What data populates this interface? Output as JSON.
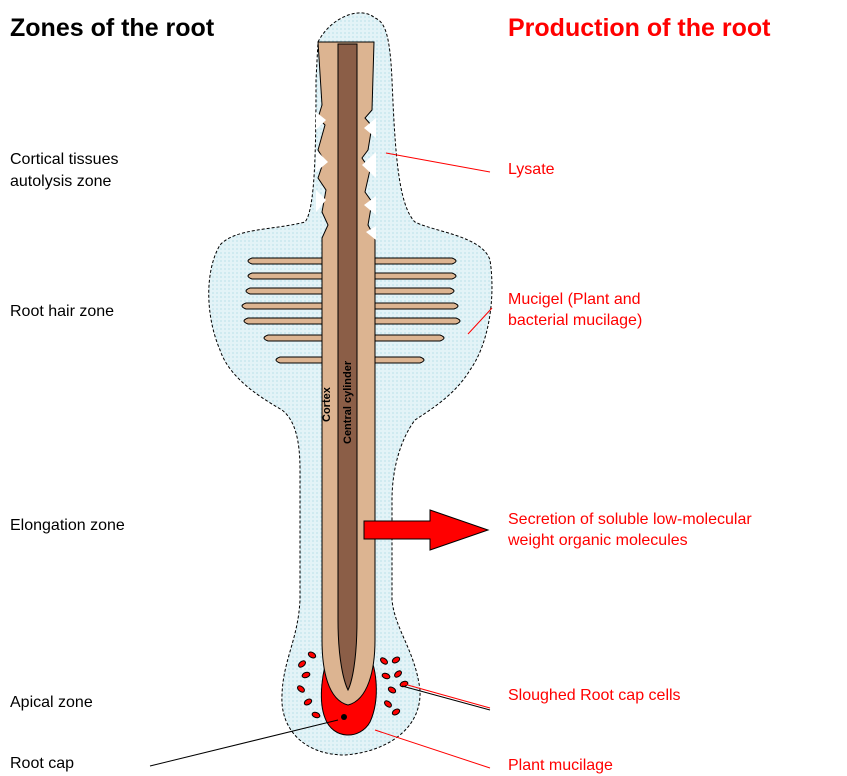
{
  "titles": {
    "left": "Zones of the root",
    "right": "Production of the root"
  },
  "zones": {
    "cortical_line1": "Cortical tissues",
    "cortical_line2": "autolysis zone",
    "root_hair": "Root hair zone",
    "elongation": "Elongation zone",
    "apical": "Apical zone",
    "root_cap": "Root cap"
  },
  "productions": {
    "lysate": "Lysate",
    "mucigel_line1": "Mucigel (Plant and",
    "mucigel_line2": "bacterial mucilage)",
    "secretion_line1": "Secretion of soluble low-molecular",
    "secretion_line2": "weight organic molecules",
    "sloughed": "Sloughed Root cap cells",
    "plant_mucilage": "Plant mucilage"
  },
  "root_labels": {
    "cortex": "Cortex",
    "central_cylinder": "Central cylinder"
  },
  "colors": {
    "cortex": "#dcb491",
    "central_cylinder": "#8b5e47",
    "mucigel": "#e3f3f7",
    "root_cap": "#ff0000",
    "production_text": "#ff0000"
  }
}
